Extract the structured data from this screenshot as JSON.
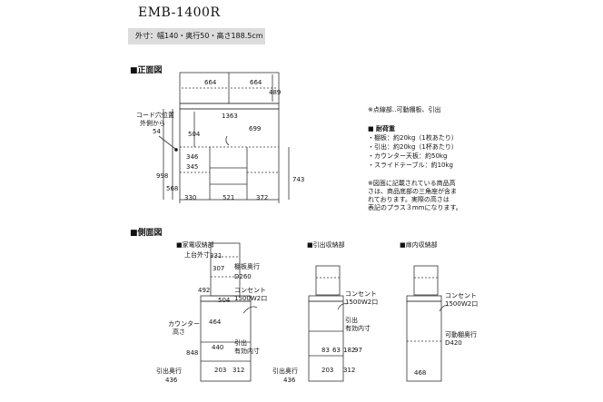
{
  "header": {
    "model": "EMB-1400R",
    "dimensions": "外寸：幅140・奥行50・高さ188.5cm"
  },
  "front": {
    "title": "■正面図",
    "labels": {
      "w_top_left": "664",
      "w_top_right": "664",
      "h_upper": "489",
      "w_inner": "1363",
      "w_counter": "699",
      "h_mid": "504",
      "h_346": "346",
      "h_345": "345",
      "h_998": "998",
      "h_568": "568",
      "h_743": "743",
      "w_330": "330",
      "w_521": "521",
      "w_372": "372",
      "outlet_title": "コード穴位置",
      "outlet_sub": "外側から",
      "outlet_value": "54"
    }
  },
  "notes": {
    "dotted": "※点線部‥可動棚板、引出",
    "load_title": "■ 耐荷重",
    "load_items": [
      "・棚板：約20kg（1枚あたり）",
      "・引出：約20kg（1杯あたり）",
      "・カウンター天板：約50kg",
      "・スライドテーブル：約10kg"
    ],
    "disclaimer": "※図面に記載されている商品高\nさは、商品底部の三角座が含ま\nれております。実際の高さは\n表記のプラス３mmになります。"
  },
  "side": {
    "title": "■側面図",
    "kaden": {
      "title": "■家電収納部",
      "top_outer": "上台外寸",
      "d331": "331",
      "d307": "307",
      "shelf_depth": "棚板奥行",
      "shelf_depth_val": "D260",
      "outlet": "コンセント",
      "outlet_val": "1500W2口",
      "h492": "492",
      "h504": "504",
      "d464": "464",
      "counter": "カウンター",
      "counter_h": "高さ",
      "h848": "848",
      "d440": "440",
      "h203": "203",
      "h312": "312",
      "drawer_inner": "引出",
      "drawer_inner2": "有効内寸",
      "drawer_depth": "引出奥行",
      "drawer_depth_val": "436"
    },
    "hikidashi": {
      "title": "■引出収納部",
      "outlet": "コンセント",
      "outlet_val": "1500W2口",
      "drawer_inner": "引出",
      "drawer_inner2": "有効内寸",
      "h83": "83",
      "h63": "63",
      "h182": "182",
      "h97": "97",
      "h203": "203",
      "h312": "312",
      "drawer_depth": "引出奥行",
      "drawer_depth_val": "436"
    },
    "tonai": {
      "title": "■扉内収納部",
      "outlet": "コンセント",
      "outlet_val": "1500W2口",
      "shelf_depth": "可動棚奥行",
      "shelf_depth_val": "D420",
      "d468": "468"
    }
  }
}
